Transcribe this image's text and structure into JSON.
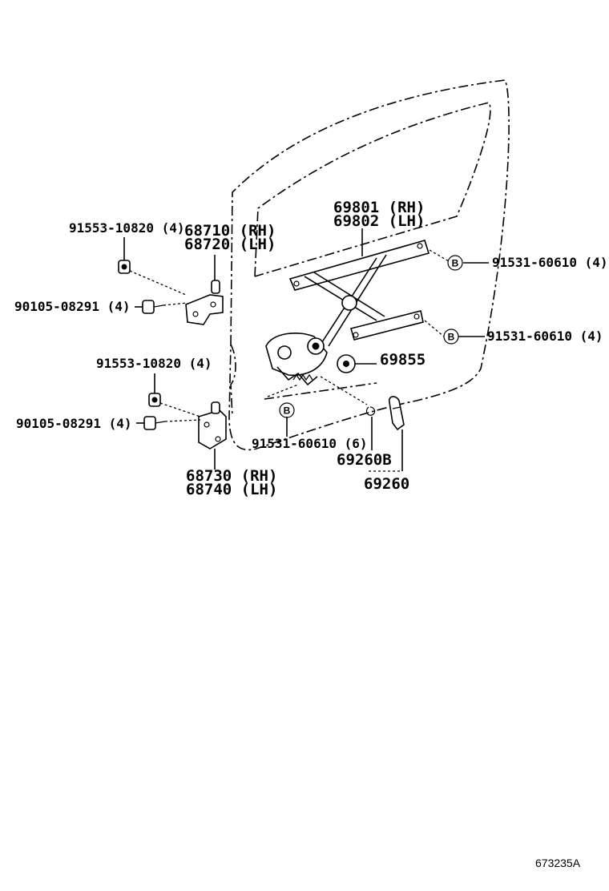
{
  "callouts": {
    "regulator_rh": "69801 (RH)",
    "regulator_lh": "69802 (LH)",
    "upper_hinge_rh": "68710 (RH)",
    "upper_hinge_lh": "68720 (LH)",
    "lower_hinge_rh": "68730 (RH)",
    "lower_hinge_lh": "68740 (LH)",
    "hinge_bolt_upper": "91553-10820 (4)",
    "hinge_bolt_lower": "91553-10820 (4)",
    "hinge_screw_upper": "90105-08291 (4)",
    "hinge_screw_lower": "90105-08291 (4)",
    "bolt_upper_right": "91531-60610 (4)",
    "bolt_lower_right": "91531-60610 (4)",
    "bolt_bottom": "91531-60610 (6)",
    "motor_cover": "69855",
    "handle_clip": "69260B",
    "handle": "69260"
  },
  "markers": {
    "bolt_reference": "B"
  },
  "footer": {
    "diagram_code": "673235A"
  }
}
